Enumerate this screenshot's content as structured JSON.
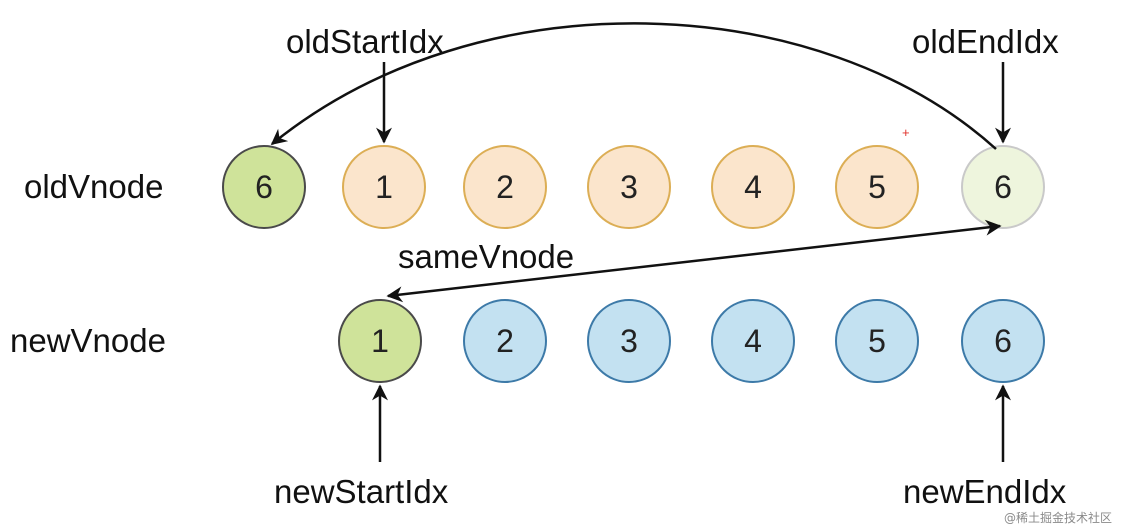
{
  "rows": {
    "old": {
      "label": "oldVnode",
      "nodes": [
        {
          "text": "6",
          "fill": "#cfe39a",
          "stroke": "#4a4a4a"
        },
        {
          "text": "1",
          "fill": "#fbe5cc",
          "stroke": "#dcae55"
        },
        {
          "text": "2",
          "fill": "#fbe5cc",
          "stroke": "#dcae55"
        },
        {
          "text": "3",
          "fill": "#fbe5cc",
          "stroke": "#dcae55"
        },
        {
          "text": "4",
          "fill": "#fbe5cc",
          "stroke": "#dcae55"
        },
        {
          "text": "5",
          "fill": "#fbe5cc",
          "stroke": "#dcae55"
        },
        {
          "text": "6",
          "fill": "#eef5dd",
          "stroke": "#c9c9c9"
        }
      ]
    },
    "new": {
      "label": "newVnode",
      "nodes": [
        {
          "text": "1",
          "fill": "#cfe39a",
          "stroke": "#4a4a4a"
        },
        {
          "text": "2",
          "fill": "#c3e1f1",
          "stroke": "#3d7aa8"
        },
        {
          "text": "3",
          "fill": "#c3e1f1",
          "stroke": "#3d7aa8"
        },
        {
          "text": "4",
          "fill": "#c3e1f1",
          "stroke": "#3d7aa8"
        },
        {
          "text": "5",
          "fill": "#c3e1f1",
          "stroke": "#3d7aa8"
        },
        {
          "text": "6",
          "fill": "#c3e1f1",
          "stroke": "#3d7aa8"
        }
      ]
    }
  },
  "pointers": {
    "old_start": "oldStartIdx",
    "old_end": "oldEndIdx",
    "new_start": "newStartIdx",
    "new_end": "newEndIdx"
  },
  "edge_label": "sameVnode",
  "watermark": "@稀土掘金技术社区",
  "colors": {
    "arrow": "#111111",
    "marker": "#e0302a"
  }
}
